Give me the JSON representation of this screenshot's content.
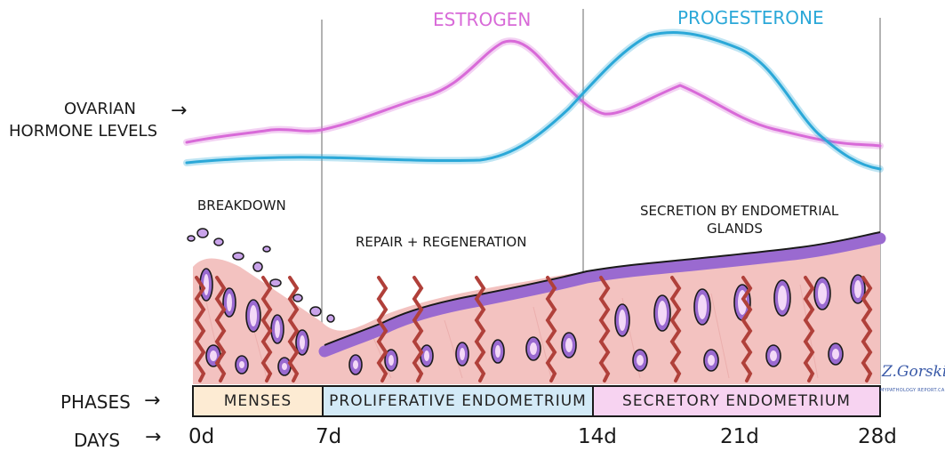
{
  "hormones": {
    "estrogen_label": "ESTROGEN",
    "progesterone_label": "PROGESTERONE",
    "estrogen_color": "#d86ad8",
    "progesterone_color": "#2ba8d8",
    "axis_label_line1": "OVARIAN",
    "axis_label_line2": "HORMONE LEVELS"
  },
  "endometrium": {
    "breakdown_label": "BREAKDOWN",
    "repair_label": "REPAIR + REGENERATION",
    "secretion_label_line1": "SECRETION BY ENDOMETRIAL",
    "secretion_label_line2": "GLANDS",
    "lining_color": "#9a6ad0",
    "stroma_color": "#f3c2c0",
    "vessel_color": "#b0403a"
  },
  "phases": {
    "row_label": "PHASES",
    "items": [
      {
        "label": "MENSES",
        "color": "#fdebd3"
      },
      {
        "label": "PROLIFERATIVE ENDOMETRIUM",
        "color": "#d3eaf7"
      },
      {
        "label": "SECRETORY ENDOMETRIUM",
        "color": "#f7d3f1"
      }
    ]
  },
  "days": {
    "row_label": "DAYS",
    "ticks": [
      "0d",
      "7d",
      "14d",
      "21d",
      "28d"
    ]
  },
  "signature": {
    "name": "Z.Gorski",
    "site": "MYPATHOLOGY REPORT.CA"
  }
}
